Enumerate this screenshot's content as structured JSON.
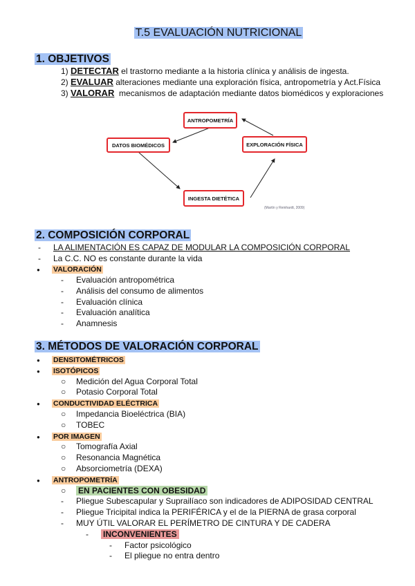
{
  "title": "T.5 EVALUACIÓN NUTRICIONAL",
  "s1": {
    "heading": "1. OBJETIVOS",
    "items": [
      {
        "num": "1)",
        "key": "DETECTAR",
        "text": " el trastorno mediante a la historia clínica y análisis de ingesta."
      },
      {
        "num": "2)",
        "key": "EVALUAR",
        "text": " alteraciones mediante una exploración física, antropometría y Act.Física"
      },
      {
        "num": "3)",
        "key": "VALORAR",
        "text": "  mecanismos de adaptación mediante datos biomédicos y exploraciones"
      }
    ]
  },
  "diagram": {
    "nodes": [
      "ANTROPOMETRÍA",
      "DATOS BIOMÉDICOS",
      "INGESTA DIETÉTICA",
      "EXPLORACIÓN FÍSICA"
    ],
    "citation": "(Martín y Reinhardt, 2009)"
  },
  "s2": {
    "heading": "2. COMPOSICIÓN CORPORAL",
    "lines": [
      "LA ALIMENTACIÓN ES CAPAZ DE MODULAR LA COMPOSICIÓN CORPORAL",
      "La C.C. NO es constante durante la vida"
    ],
    "valoracion": "VALORACIÓN",
    "sub": [
      "Evaluación antropométrica",
      "Análisis del consumo de alimentos",
      "Evaluación clínica",
      "Evaluación analítica",
      "Anamnesis"
    ]
  },
  "s3": {
    "heading": "3. MÉTODOS DE VALORACIÓN CORPORAL",
    "densi": "DENSITOMÉTRICOS",
    "iso": "ISOTÓPICOS",
    "iso_items": [
      "Medición del Agua Corporal Total",
      "Potasio Corporal Total"
    ],
    "cond": "CONDUCTIVIDAD ELÉCTRICA",
    "cond_items": [
      "Impedancia Bioeléctrica (BIA)",
      "TOBEC"
    ],
    "img": "POR IMAGEN",
    "img_items": [
      "Tomografía Axial",
      "Resonancia Magnética",
      "Absorciometría (DEXA)"
    ],
    "antro": "ANTROPOMETRÍA",
    "obes": "EN PACIENTES CON OBESIDAD",
    "antro_items": [
      "Pliegue Subescapular y Suprailíaco son indicadores de ADIPOSIDAD CENTRAL",
      "Pliegue Tricipital indica la PERIFÉRICA y el de la PIERNA de grasa corporal",
      "MUY ÚTIL VALORAR EL PERÍMETRO DE CINTURA Y DE CADERA"
    ],
    "incon": "INCONVENIENTES",
    "incon_items": [
      "Factor psicológico",
      "El pliegue no entra dentro"
    ]
  },
  "markers": {
    "dash": "-",
    "bullet": "●",
    "circle": "○"
  }
}
